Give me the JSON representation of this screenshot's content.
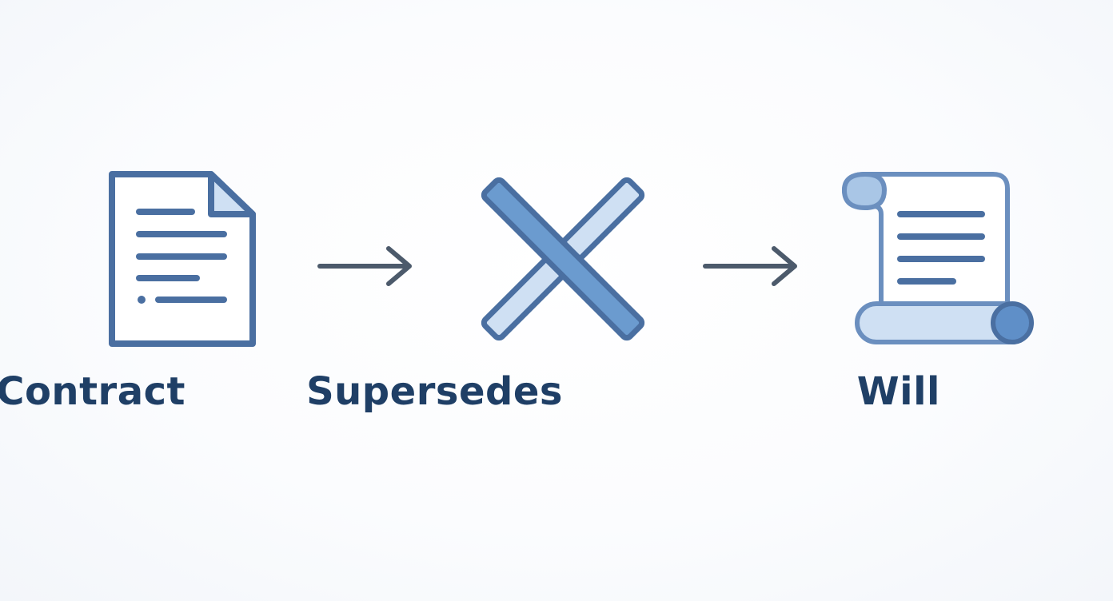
{
  "diagram": {
    "nodes": [
      {
        "id": "contract",
        "label": "Contract",
        "icon": "document-icon"
      },
      {
        "id": "supersedes",
        "label": "Supersedes",
        "icon": "cross-icon"
      },
      {
        "id": "will",
        "label": "Will",
        "icon": "scroll-icon"
      }
    ],
    "edges": [
      {
        "from": "contract",
        "to": "supersedes",
        "icon": "arrow-right-icon"
      },
      {
        "from": "supersedes",
        "to": "will",
        "icon": "arrow-right-icon"
      }
    ],
    "colors": {
      "stroke": "#4a6fa1",
      "fill_light": "#cfe0f3",
      "fill_mid": "#6b9bcf",
      "text": "#1f3f66",
      "arrow": "#4c5a6b"
    }
  }
}
